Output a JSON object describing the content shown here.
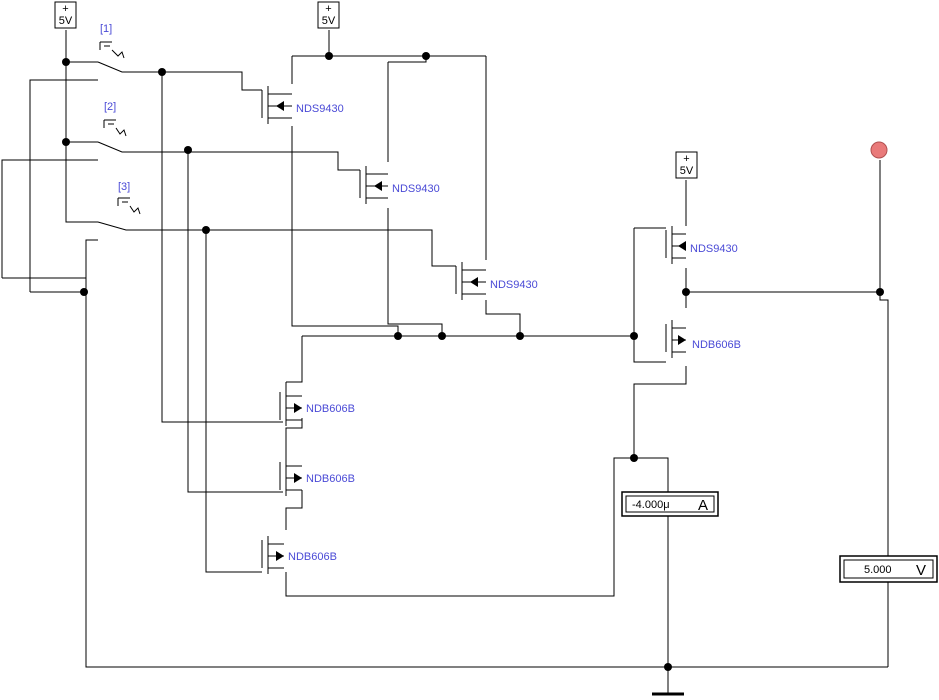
{
  "sources": [
    {
      "id": "vcc1",
      "label": "5V",
      "sign": "+"
    },
    {
      "id": "vcc2",
      "label": "5V",
      "sign": "+"
    },
    {
      "id": "vcc3",
      "label": "5V",
      "sign": "+"
    }
  ],
  "switches": [
    {
      "id": "s1",
      "label": "[1]"
    },
    {
      "id": "s2",
      "label": "[2]"
    },
    {
      "id": "s3",
      "label": "[3]"
    }
  ],
  "pmos": [
    {
      "id": "p1",
      "label": "NDS9430"
    },
    {
      "id": "p2",
      "label": "NDS9430"
    },
    {
      "id": "p3",
      "label": "NDS9430"
    },
    {
      "id": "p4",
      "label": "NDS9430"
    }
  ],
  "nmos": [
    {
      "id": "n1",
      "label": "NDB606B"
    },
    {
      "id": "n2",
      "label": "NDB606B"
    },
    {
      "id": "n3",
      "label": "NDB606B"
    },
    {
      "id": "n4",
      "label": "NDB606B"
    }
  ],
  "ammeter": {
    "value": "-4.000μ",
    "unit": "A"
  },
  "voltmeter": {
    "value": "5.000",
    "unit": "V"
  },
  "colors": {
    "wire": "#000000",
    "component_label": "#4a4ad6",
    "indicator": "#e97a7a"
  }
}
